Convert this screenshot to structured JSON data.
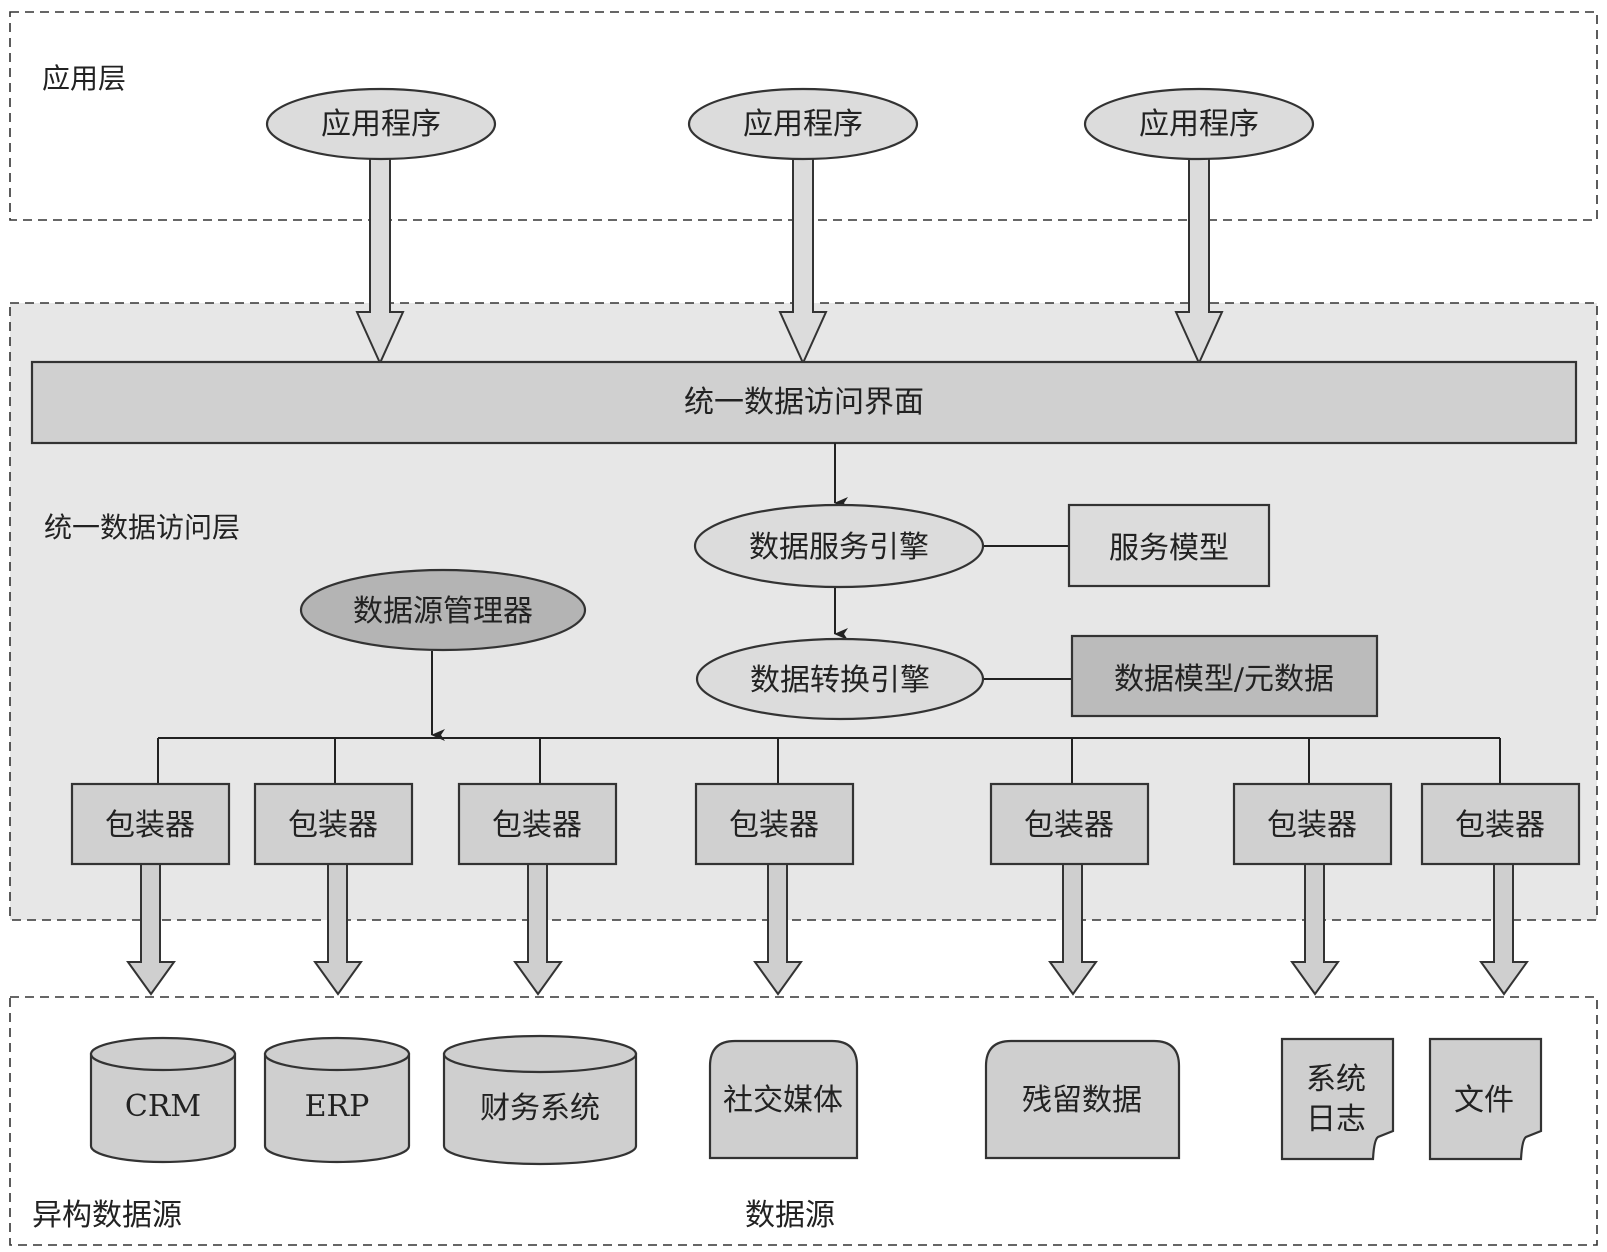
{
  "layers": {
    "application": {
      "label": "应用层",
      "apps": [
        "应用程序",
        "应用程序",
        "应用程序"
      ]
    },
    "access": {
      "label": "统一数据访问层",
      "interface": "统一数据访问界面",
      "service_engine": "数据服务引擎",
      "service_model": "服务模型",
      "transform_engine": "数据转换引擎",
      "data_model": "数据模型/元数据",
      "source_manager": "数据源管理器",
      "wrappers": [
        "包装器",
        "包装器",
        "包装器",
        "包装器",
        "包装器",
        "包装器",
        "包装器"
      ]
    },
    "sources": {
      "label": "异构数据源",
      "center_label": "数据源",
      "databases": [
        "CRM",
        "ERP",
        "财务系统"
      ],
      "social": "社交媒体",
      "legacy": "残留数据",
      "syslog": [
        "系统",
        "日志"
      ],
      "file": "文件"
    }
  },
  "colors": {
    "access_bg": "#e7e7e7",
    "node_fill": "#d0d0d0",
    "ellipse_fill": "#dcdcdc",
    "manager_fill": "#b4b4b4",
    "datamodel_fill": "#bbbbbb"
  }
}
